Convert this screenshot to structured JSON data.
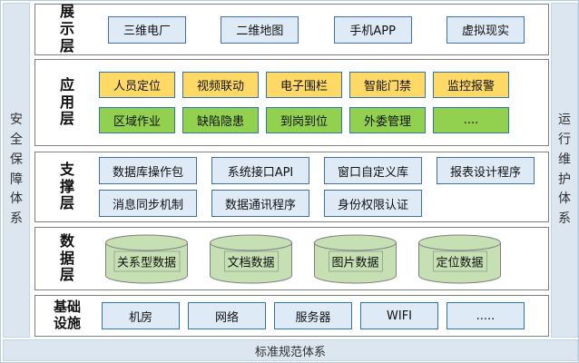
{
  "frame": {
    "left_label": "安\n全\n保\n障\n体\n系",
    "right_label": "运\n行\n维\n护\n体\n系",
    "bottom_label": "标准规范体系"
  },
  "layers": [
    {
      "label": "展\n示\n层",
      "rows": [
        {
          "style": "blue",
          "items": [
            "三维电厂",
            "二维地图",
            "手机APP",
            "虚拟现实"
          ]
        }
      ]
    },
    {
      "label": "应\n用\n层",
      "rows": [
        {
          "style": "yellow",
          "items": [
            "人员定位",
            "视频联动",
            "电子围栏",
            "智能门禁",
            "监控报警"
          ]
        },
        {
          "style": "green",
          "items": [
            "区域作业",
            "缺陷隐患",
            "到岗到位",
            "外委管理",
            "...."
          ]
        }
      ]
    },
    {
      "label": "支\n撑\n层",
      "rows": [
        {
          "style": "support",
          "items": [
            "数据库操作包",
            "系统接口API",
            "窗口自定义库",
            "报表设计程序"
          ]
        },
        {
          "style": "support",
          "items": [
            "消息同步机制",
            "数据通讯程序",
            "身份权限认证"
          ]
        }
      ]
    },
    {
      "label": "数\n据\n层",
      "rows": [
        {
          "style": "cylinder",
          "items": [
            "关系型数据",
            "文档数据",
            "图片数据",
            "定位数据"
          ]
        }
      ]
    },
    {
      "label": "基础\n设施",
      "rows": [
        {
          "style": "infra",
          "items": [
            "机房",
            "网络",
            "服务器",
            "WIFI",
            "....."
          ]
        }
      ]
    }
  ],
  "colors": {
    "strip_fill": "#DCE6F1",
    "panel_border": "#808080",
    "box_blue_fill": "#DEEAF6",
    "box_blue_border": "#41719C",
    "box_yellow_fill": "#FFD966",
    "box_green_fill": "#92D050",
    "box_accent_border": "#2E75B6",
    "cylinder_fill": "#C6E0B4",
    "cylinder_stroke": "#7F7F7F"
  }
}
